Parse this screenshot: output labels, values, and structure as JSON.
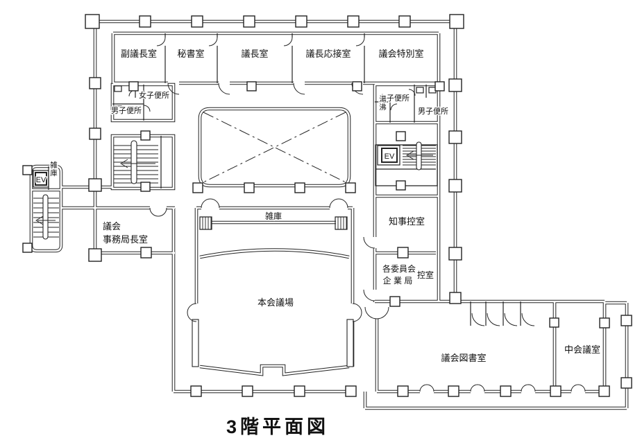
{
  "title": "3階平面図",
  "colors": {
    "line": "#222222",
    "background": "#ffffff"
  },
  "labels": {
    "room_vice_chair": "副議長室",
    "room_secretary": "秘書室",
    "room_chair": "議長室",
    "room_chair_reception": "議長応接室",
    "room_assembly_special": "議会特別室",
    "toilet_women_left": "女子便所",
    "toilet_men_left": "男子便所",
    "toilet_women_right": "女子便所",
    "kitchenette": "湯沸",
    "toilet_men_right": "男子便所",
    "elevator_left": "EV",
    "elevator_right": "EV",
    "storage_left": "雑庫",
    "office_line1": "議会",
    "office_line2": "事務局長室",
    "storage_center": "雑庫",
    "main_chamber": "本会議場",
    "governor_waiting": "知事控室",
    "committees_line1": "各委員会",
    "committees_line2": "企 業 局",
    "waiting_room": "控室",
    "library": "議会図書室",
    "medium_conference": "中会議室"
  }
}
